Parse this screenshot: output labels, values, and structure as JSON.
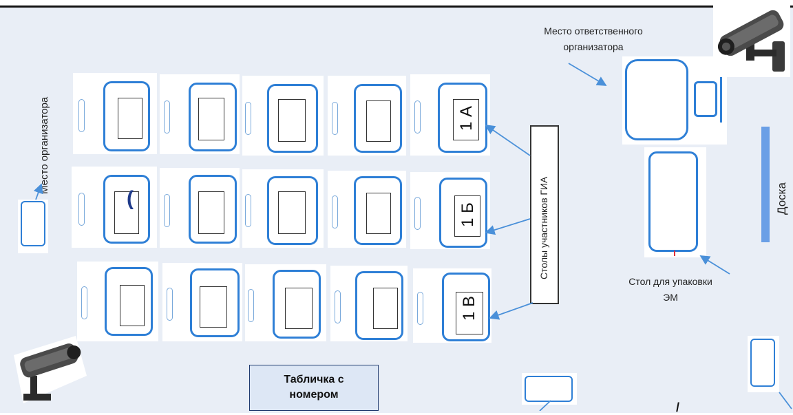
{
  "colors": {
    "room": "#e9eef6",
    "desk_border": "#2e7fd6",
    "arrow": "#4a90d9",
    "board": "#6a9fe6",
    "plate_bg": "#dde7f5"
  },
  "labels": {
    "organizer_place": "Место организатора",
    "responsible_organizer": [
      "Место ответственного",
      "организатора"
    ],
    "participant_desks": "Столы участников ГИА",
    "board": "Доска",
    "packing_table": [
      "Стол для упаковки",
      "ЭМ"
    ],
    "plate": [
      "Табличка с",
      "номером"
    ],
    "bracket_mark": "(",
    "stroke_mark": "/"
  },
  "desk_codes": {
    "row_a": "1 А",
    "row_b": "1 Б",
    "row_c": "1 В"
  },
  "icons": {
    "camera_top": "cctv-camera-icon",
    "camera_bottom": "cctv-camera-icon"
  }
}
